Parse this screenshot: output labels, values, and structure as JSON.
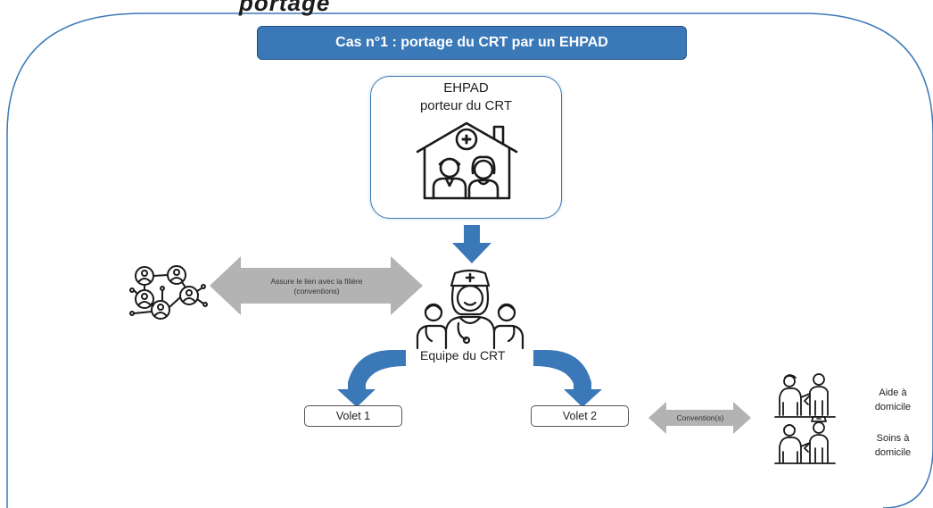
{
  "top_fragment": "portage",
  "header": {
    "title": "Cas n°1 : portage du CRT par un EHPAD"
  },
  "ehpad": {
    "line1": "EHPAD",
    "line2": "porteur du CRT"
  },
  "link_arrow": {
    "line1": "Assure le lien avec la filière",
    "line2": "(conventions)"
  },
  "team": {
    "label": "Equipe du CRT"
  },
  "volets": [
    {
      "label": "Volet 1"
    },
    {
      "label": "Volet 2"
    }
  ],
  "convention_arrow": {
    "label": "Convention(s)"
  },
  "services": [
    {
      "line1": "Aide à",
      "line2": "domicile"
    },
    {
      "line1": "Soins à",
      "line2": "domicile"
    }
  ],
  "colors": {
    "header_fill": "#3a78b8",
    "blue_arrow": "#3a78b8",
    "grey_arrow": "#b3b3b3",
    "frame": "#3a78b8"
  },
  "icons": {
    "ehpad": "house-medical-couple-icon",
    "network": "network-people-icon",
    "team": "medical-team-icon",
    "aide": "caregiver-elderly-icon",
    "soins": "nurse-elderly-icon"
  }
}
